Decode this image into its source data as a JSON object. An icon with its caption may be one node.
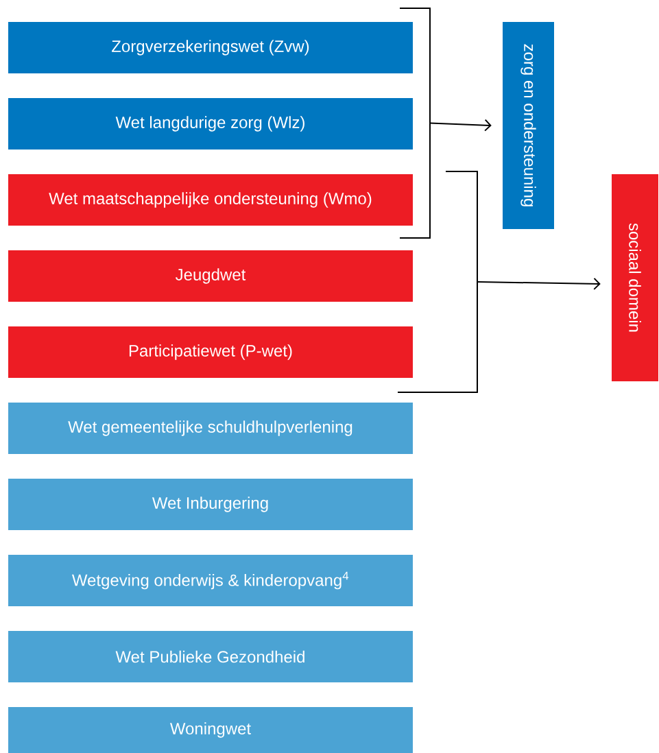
{
  "diagram": {
    "nodes": [
      {
        "text": [
          "Zorgverzekeringswet (Zvw)"
        ]
      },
      {
        "text": [
          "Wet langdurige zorg (Wlz)"
        ]
      },
      {
        "text": [
          "Wet maatschappelijke ondersteuning (Wmo)"
        ]
      },
      {
        "text": [
          "Jeugdwet"
        ]
      },
      {
        "text": [
          "Participatiewet (P-wet)"
        ]
      },
      {
        "text": [
          "Wet gemeentelijke schuldhulpverlening"
        ]
      },
      {
        "text": [
          "Wet Inburgering"
        ]
      },
      {
        "text": [
          "Wetgeving onderwijs & kinderopvang$^{4}$"
        ]
      },
      {
        "text": [
          "Wet Publieke Gezondheid"
        ]
      },
      {
        "text": [
          "Woningwet"
        ]
      },
      {
        "text": [
          "zorg en ondersteuning"
        ]
      },
      {
        "text": [
          "sociaal domein"
        ]
      },
      {
        "text": [],
        "shape": "bracket"
      },
      {
        "text": [],
        "shape": "bracket"
      }
    ],
    "edges": [
      {
        "from": 12,
        "to": 10,
        "arrow": "to"
      },
      {
        "from": 13,
        "to": 11,
        "arrow": "to"
      }
    ]
  }
}
